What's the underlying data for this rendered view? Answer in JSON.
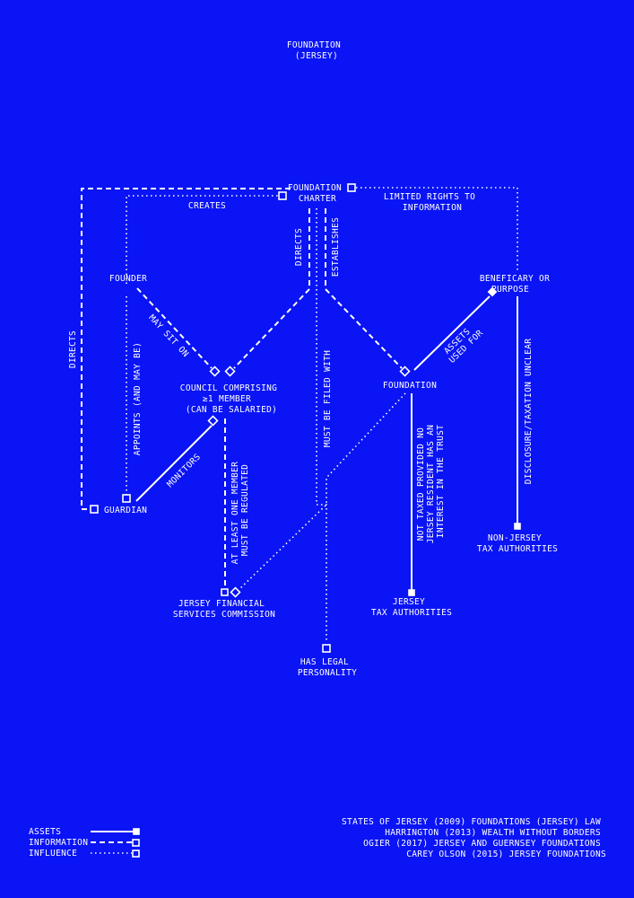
{
  "title": [
    "FOUNDATION",
    "(JERSEY)"
  ],
  "colors": {
    "background": "#0a14f5",
    "ink": "#ffffff"
  },
  "nodes": {
    "charter": [
      "FOUNDATION",
      "CHARTER"
    ],
    "founder": [
      "FOUNDER"
    ],
    "beneficiary": [
      "BENEFICARY OR",
      "PURPOSE"
    ],
    "council": [
      "COUNCIL COMPRISING",
      "≥1 MEMBER",
      "(CAN BE SALARIED)"
    ],
    "foundation": [
      "FOUNDATION"
    ],
    "guardian": [
      "GUARDIAN"
    ],
    "jfsc": [
      "JERSEY FINANCIAL",
      "SERVICES COMMISSION"
    ],
    "jersey_tax": [
      "JERSEY",
      "TAX AUTHORITIES"
    ],
    "non_jersey_tax": [
      "NON-JERSEY",
      "TAX AUTHORITIES"
    ],
    "legal_personality": [
      "HAS LEGAL",
      "PERSONALITY"
    ]
  },
  "edges": {
    "creates": [
      "CREATES"
    ],
    "limited_rights": [
      "LIMITED RIGHTS TO",
      "INFORMATION"
    ],
    "directs_left": [
      "DIRECTS"
    ],
    "directs_mid": [
      "DIRECTS"
    ],
    "establishes": [
      "ESTABLISHES"
    ],
    "appoints": [
      "APPOINTS (AND MAY BE)"
    ],
    "may_sit_on": [
      "MAY SIT ON"
    ],
    "assets_used_for": [
      "ASSETS",
      "USED FOR"
    ],
    "must_be_filed_with": [
      "MUST BE FILED WITH"
    ],
    "monitors": [
      "MONITORS"
    ],
    "regulated": [
      "AT LEAST ONE MEMBER",
      "MUST BE REGULATED"
    ],
    "not_taxed": [
      "NOT TAXED PROVIDED NO",
      "JERSEY RESIDENT HAS AN",
      "INTEREST IN THE TRUST"
    ],
    "disclosure": [
      "DISCLOSURE/TAXATION UNCLEAR"
    ]
  },
  "legend": {
    "assets": "ASSETS",
    "information": "INFORMATION",
    "influence": "INFLUENCE"
  },
  "sources": [
    "STATES OF JERSEY (2009) FOUNDATIONS (JERSEY) LAW",
    "HARRINGTON (2013) WEALTH WITHOUT BORDERS",
    "OGIER (2017) JERSEY AND GUERNSEY FOUNDATIONS",
    "CAREY OLSON (2015) JERSEY FOUNDATIONS"
  ]
}
